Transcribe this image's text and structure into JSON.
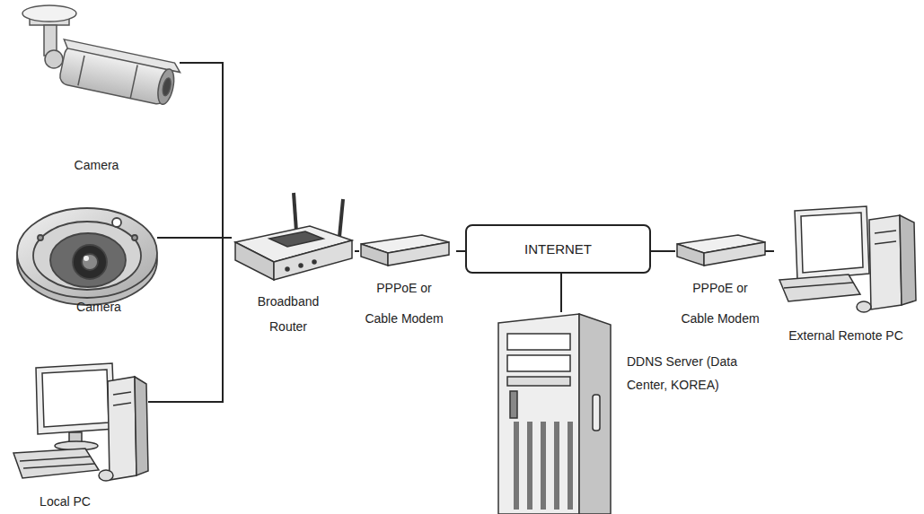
{
  "diagram": {
    "nodes": [
      {
        "text": [
          "Camera"
        ]
      },
      {
        "text": [
          "Camera"
        ]
      },
      {
        "text": [
          "Local PC"
        ]
      },
      {
        "text": [
          "Broadband Router"
        ]
      },
      {
        "text": [
          "PPPoE or Cable Modem"
        ]
      },
      {
        "text": [
          "INTERNET"
        ]
      },
      {
        "text": [
          "PPPoE or Cable Modem"
        ]
      },
      {
        "text": [
          "External Remote PC"
        ]
      },
      {
        "text": [
          "DDNS Server (Data Center, KOREA)"
        ]
      }
    ],
    "edges": [
      {
        "from": 0,
        "to": 3,
        "arrow": "none"
      },
      {
        "from": 1,
        "to": 3,
        "arrow": "none"
      },
      {
        "from": 2,
        "to": 3,
        "arrow": "none"
      },
      {
        "from": 3,
        "to": 4,
        "arrow": "none"
      },
      {
        "from": 4,
        "to": 5,
        "arrow": "none"
      },
      {
        "from": 5,
        "to": 6,
        "arrow": "none"
      },
      {
        "from": 6,
        "to": 7,
        "arrow": "none"
      },
      {
        "from": 5,
        "to": 8,
        "arrow": "none"
      }
    ]
  }
}
